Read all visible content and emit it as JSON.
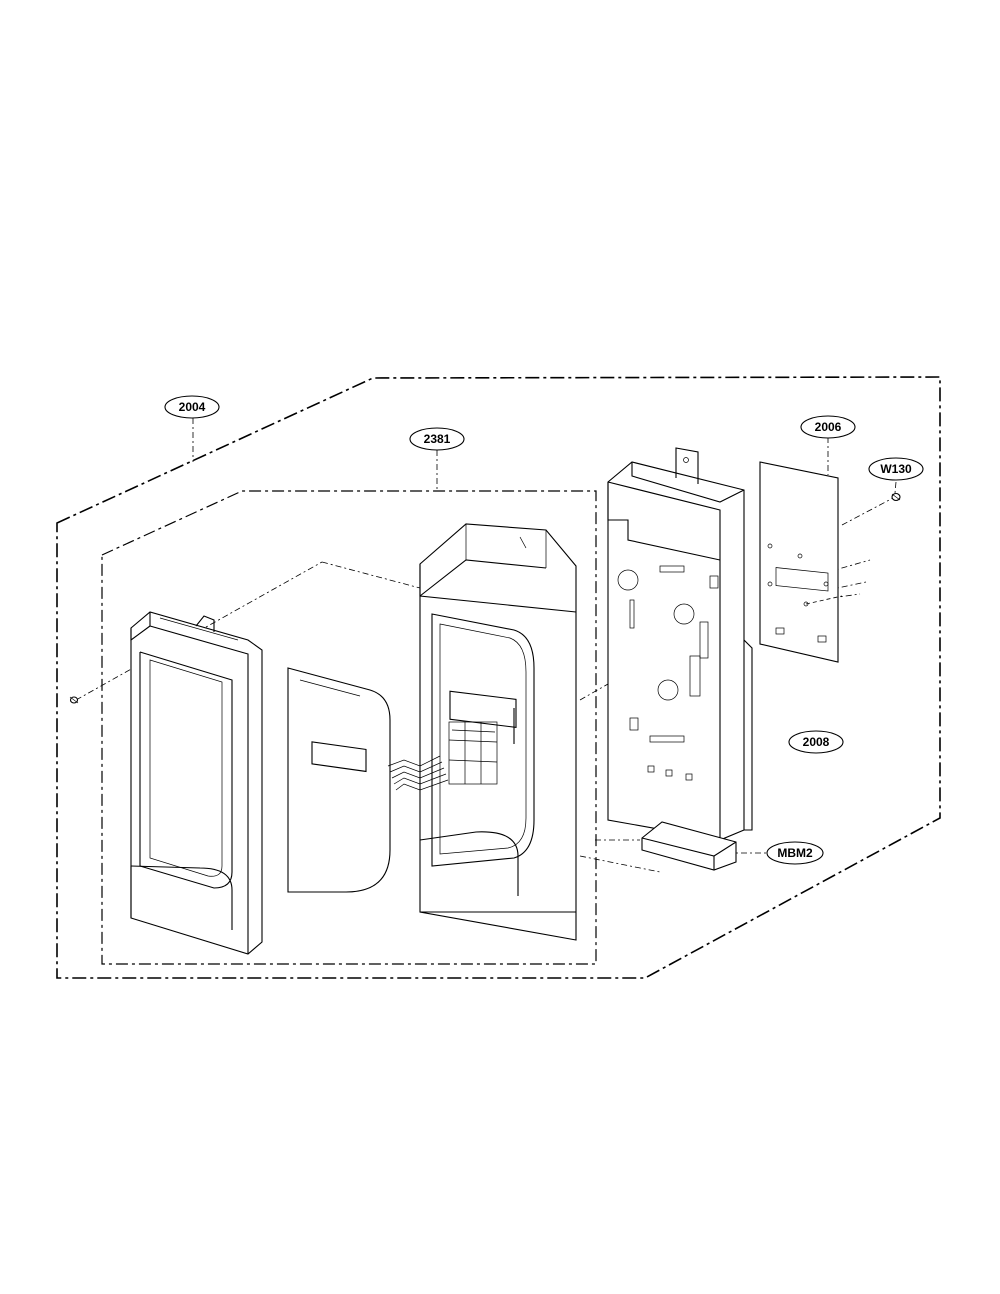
{
  "callouts": {
    "c2004": "2004",
    "c2381": "2381",
    "c2006": "2006",
    "cW130": "W130",
    "c2008": "2008",
    "cMBM2": "MBM2"
  }
}
